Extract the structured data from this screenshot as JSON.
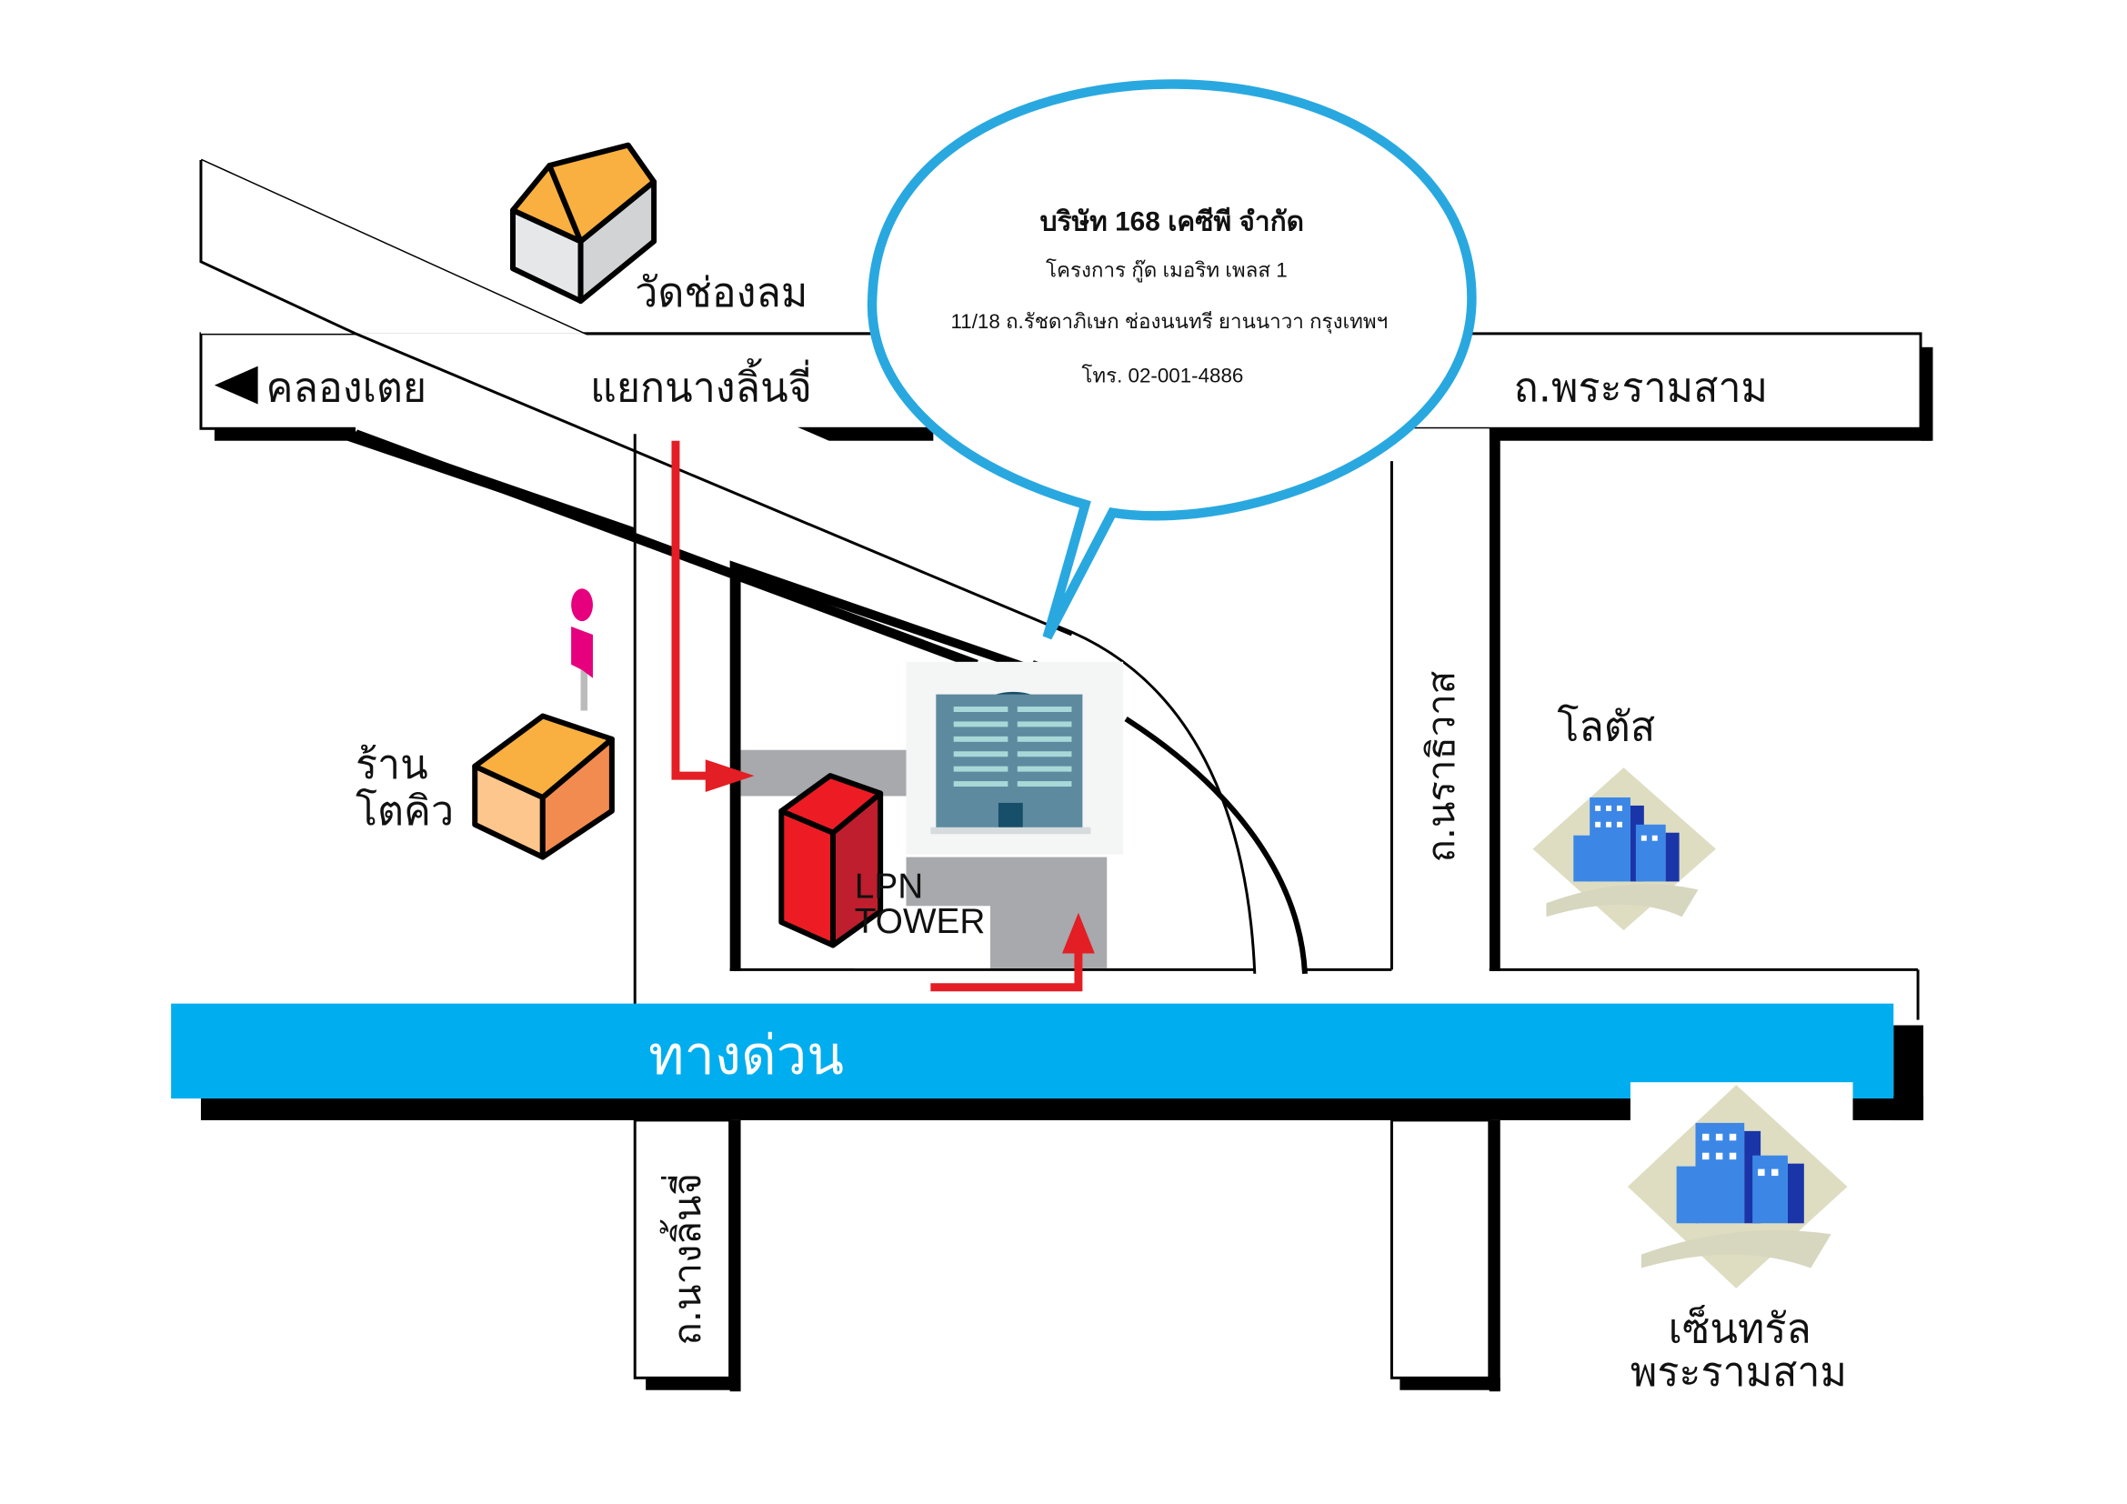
{
  "map": {
    "title": "Map to 168 KCP Co., Ltd.",
    "colors": {
      "expressway": "#00adee",
      "bubble_stroke": "#29a8e0",
      "route_arrow": "#e31e24",
      "lpn_tower": "#e31e24",
      "temple_roof": "#f9b040",
      "shop_box_top": "#f9b040",
      "shop_box_front": "#fdc68c",
      "shop_box_side": "#f28b50",
      "info_pin": "#e6007e",
      "office_building": "#5d8a9e"
    }
  },
  "callout": {
    "company": "บริษัท 168 เคซีพี จำกัด",
    "project": "โครงการ กู๊ด เมอริท เพลส 1",
    "address": "11/18 ถ.รัชดาภิเษก ช่องนนทรี ยานนาวา กรุงเทพฯ",
    "phone": "โทร. 02-001-4886"
  },
  "roads": {
    "khlong_toei": "คลองเตย",
    "nang_linchi_junction": "แยกนางลิ้นจี่",
    "rama3": "ถ.พระรามสาม",
    "narathiwat": "ถ.นราธิวาส",
    "nang_linchi_road": "ถ.นางลิ้นจี่",
    "expressway": "ทางด่วน"
  },
  "landmarks": {
    "temple": "วัดช่องลม",
    "shop_line1": "ร้าน",
    "shop_line2": "โตคิว",
    "lpn_line1": "LPN",
    "lpn_line2": "TOWER",
    "lotus": "โลตัส",
    "central_line1": "เซ็นทรัล",
    "central_line2": "พระรามสาม"
  }
}
